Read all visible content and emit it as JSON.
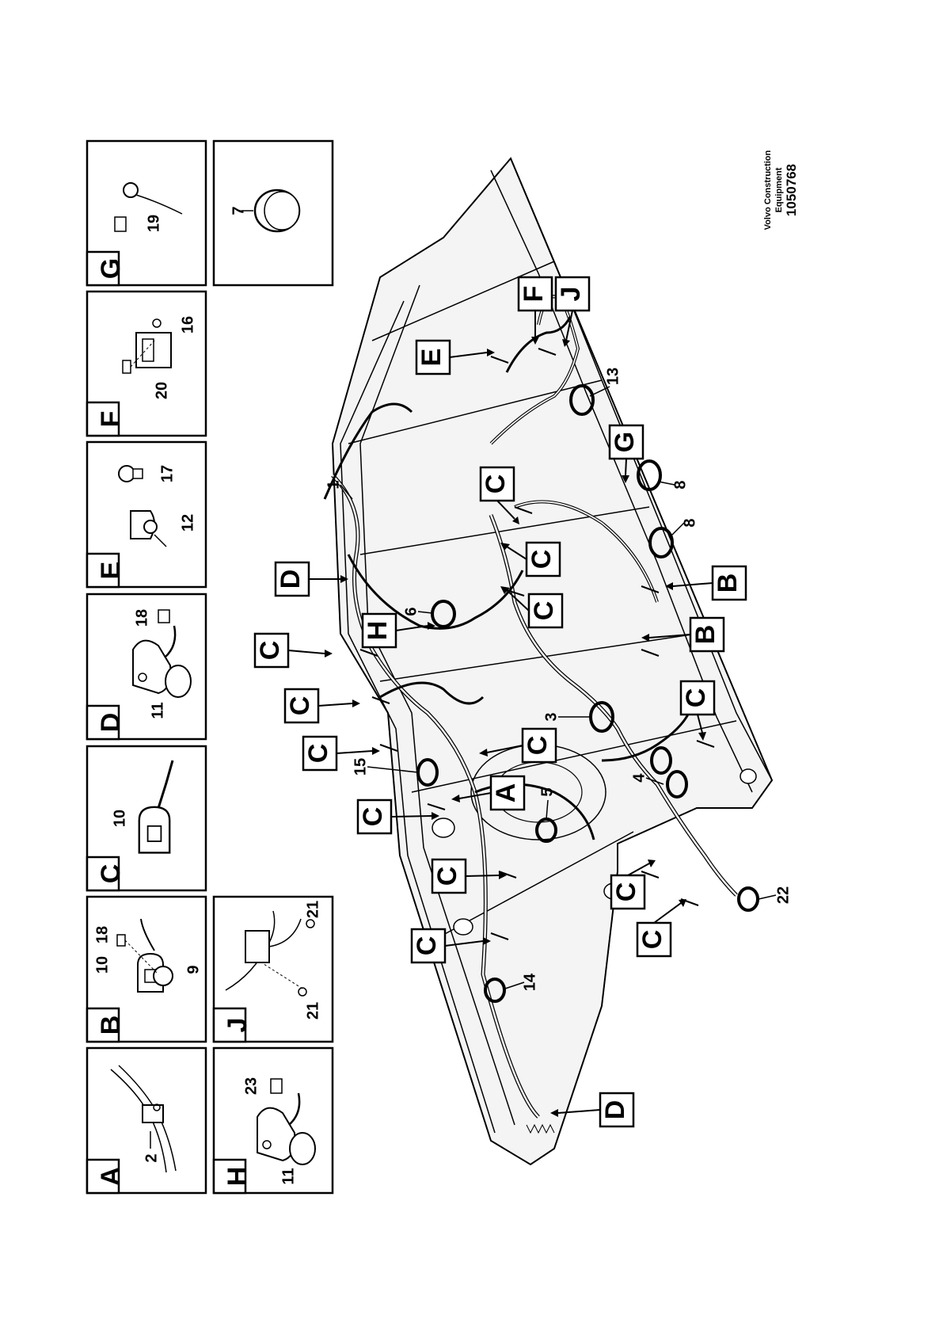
{
  "detail_panels": [
    {
      "letter": "A",
      "parts": [
        "2"
      ]
    },
    {
      "letter": "B",
      "parts": [
        "10",
        "18",
        "9"
      ]
    },
    {
      "letter": "C",
      "parts": [
        "10"
      ]
    },
    {
      "letter": "D",
      "parts": [
        "18",
        "11"
      ]
    },
    {
      "letter": "E",
      "parts": [
        "17",
        "12"
      ]
    },
    {
      "letter": "F",
      "parts": [
        "20",
        "16"
      ]
    },
    {
      "letter": "G",
      "parts": [
        "19"
      ]
    },
    {
      "letter": "H",
      "parts": [
        "23",
        "11"
      ]
    },
    {
      "letter": "J",
      "parts": [
        "21",
        "21"
      ]
    },
    {
      "letter": "",
      "parts": [
        "7"
      ]
    }
  ],
  "main_callouts": {
    "letters": [
      "E",
      "F",
      "J",
      "G",
      "C",
      "B",
      "B",
      "D",
      "H",
      "C",
      "C",
      "C",
      "C",
      "C",
      "A",
      "C",
      "C",
      "C",
      "C",
      "C",
      "C",
      "C",
      "C",
      "D"
    ],
    "numbers": [
      "13",
      "8",
      "8",
      "1",
      "6",
      "3",
      "4",
      "15",
      "5",
      "14",
      "22"
    ]
  },
  "footer": {
    "company_line1": "Volvo Construction",
    "company_line2": "Equipment",
    "drawing_number": "1050768"
  },
  "colors": {
    "line": "#000000",
    "frame_fill": "#e8e8e8",
    "background": "#ffffff"
  }
}
